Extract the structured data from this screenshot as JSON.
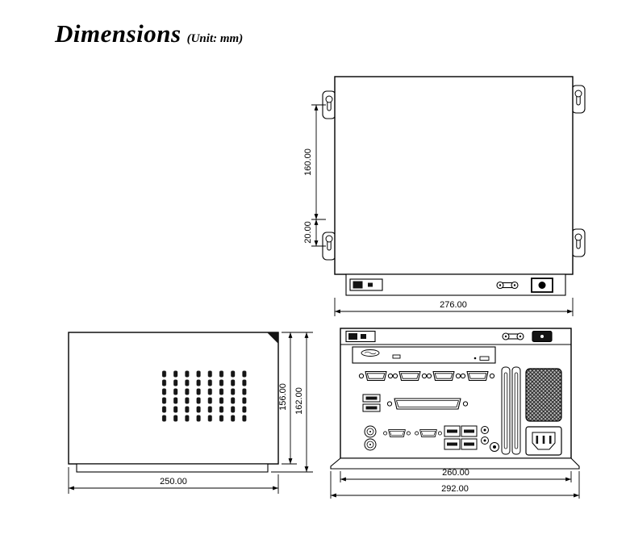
{
  "title": {
    "main": "Dimensions",
    "unit": "(Unit: mm)"
  },
  "dimensions": {
    "top_view": {
      "mount_hole_span": "160.00",
      "mount_hole_offset": "20.00",
      "body_width": "276.00"
    },
    "side_view": {
      "body_height": "156.00",
      "overall_height": "162.00",
      "body_depth": "250.00"
    },
    "rear_view": {
      "chassis_width": "260.00",
      "overall_width": "292.00"
    }
  },
  "colors": {
    "line": "#000000",
    "background": "#ffffff",
    "dark_fill": "#141414"
  },
  "icons": {
    "keyhole-mount-icon": "keyhole mounting slot",
    "power-switch-icon": "rocker power switch",
    "thumbscrew-handle-icon": "recessed twin-screw handle",
    "dc-jack-icon": "power jack with center pin",
    "optical-drive-icon": "slim optical disc drive",
    "serial-port-icon": "DB9 serial connector",
    "parallel-port-icon": "DB25 parallel connector",
    "ps2-port-icon": "round PS/2 connector",
    "usb-port-icon": "stacked USB ports",
    "lan-port-icon": "ethernet port stack",
    "audio-jack-icon": "audio jack",
    "expansion-slot-icon": "expansion slot bracket",
    "fan-grille-icon": "fan vent mesh",
    "power-inlet-icon": "AC power inlet",
    "vent-slots-icon": "ventilation slot grid"
  }
}
